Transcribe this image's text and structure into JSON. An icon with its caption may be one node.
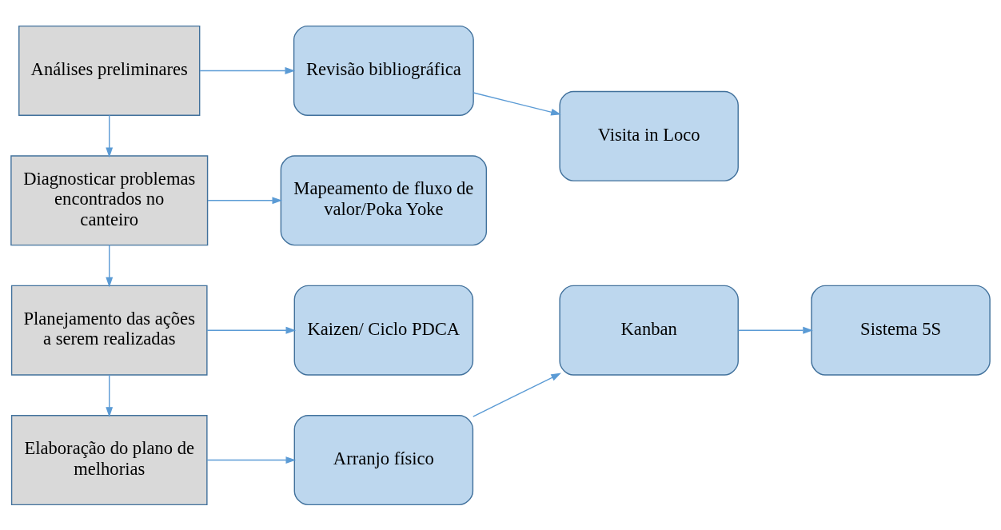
{
  "diagram": {
    "nodes": [
      {
        "text": [
          "Análises preliminares"
        ]
      },
      {
        "text": [
          "Revisão bibliográfica"
        ]
      },
      {
        "text": [
          "Visita in Loco"
        ]
      },
      {
        "text": [
          "Diagnosticar problemas encontrados no canteiro"
        ]
      },
      {
        "text": [
          "Mapeamento de fluxo de valor/Poka Yoke"
        ]
      },
      {
        "text": [
          "Planejamento das ações a serem realizadas"
        ]
      },
      {
        "text": [
          "Kaizen/ Ciclo PDCA"
        ]
      },
      {
        "text": [
          "Elaboração do plano de melhorias"
        ]
      },
      {
        "text": [
          "Arranjo físico"
        ]
      },
      {
        "text": [
          "Kanban"
        ]
      },
      {
        "text": [
          "Sistema 5S"
        ]
      }
    ],
    "edges": [
      {
        "from": 0,
        "to": 1,
        "arrow": "to"
      },
      {
        "from": 1,
        "to": 2,
        "arrow": "to"
      },
      {
        "from": 0,
        "to": 3,
        "arrow": "to"
      },
      {
        "from": 3,
        "to": 4,
        "arrow": "to"
      },
      {
        "from": 3,
        "to": 5,
        "arrow": "to"
      },
      {
        "from": 5,
        "to": 6,
        "arrow": "to"
      },
      {
        "from": 5,
        "to": 7,
        "arrow": "to"
      },
      {
        "from": 7,
        "to": 8,
        "arrow": "to"
      },
      {
        "from": 8,
        "to": 9,
        "arrow": "to"
      },
      {
        "from": 9,
        "to": 10,
        "arrow": "to"
      }
    ]
  }
}
